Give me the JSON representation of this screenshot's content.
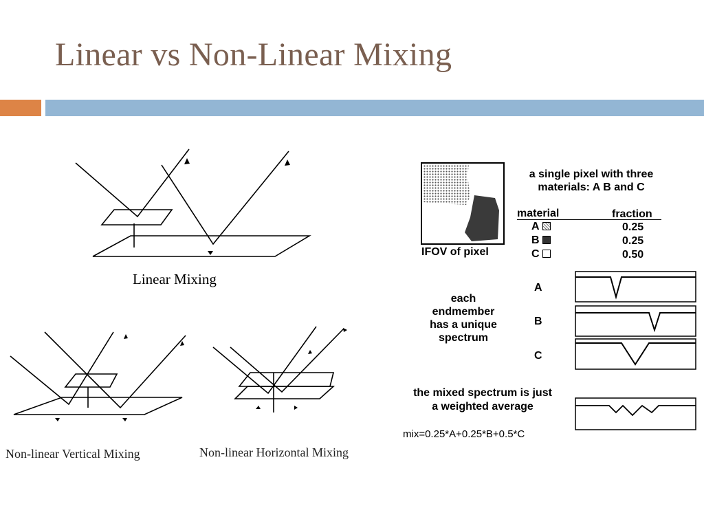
{
  "slide": {
    "title": "Linear vs Non-Linear Mixing",
    "colors": {
      "title": "#7a5f50",
      "accent_orange": "#dd8446",
      "accent_blue": "#93b6d4"
    }
  },
  "figures": {
    "linear_caption": "Linear Mixing",
    "vertical_caption": "Non-linear Vertical Mixing",
    "horizontal_caption": "Non-linear Horizontal Mixing"
  },
  "pixel_panel": {
    "ifov_label": "IFOV of pixel",
    "description_line1": "a single pixel with three",
    "description_line2": "materials: A  B and C",
    "table": {
      "header_material": "material",
      "header_fraction": "fraction",
      "rows": [
        {
          "material": "A",
          "fraction": "0.25",
          "swatch": "dotted"
        },
        {
          "material": "B",
          "fraction": "0.25",
          "swatch": "dark"
        },
        {
          "material": "C",
          "fraction": "0.50",
          "swatch": "empty"
        }
      ]
    }
  },
  "endmembers": {
    "note_line1": "each",
    "note_line2": "endmember",
    "note_line3": "has a unique",
    "note_line4": "spectrum",
    "labels": [
      "A",
      "B",
      "C"
    ]
  },
  "mixed": {
    "line1": "the mixed spectrum is just",
    "line2": "a weighted average",
    "formula": "mix=0.25*A+0.25*B+0.5*C"
  }
}
